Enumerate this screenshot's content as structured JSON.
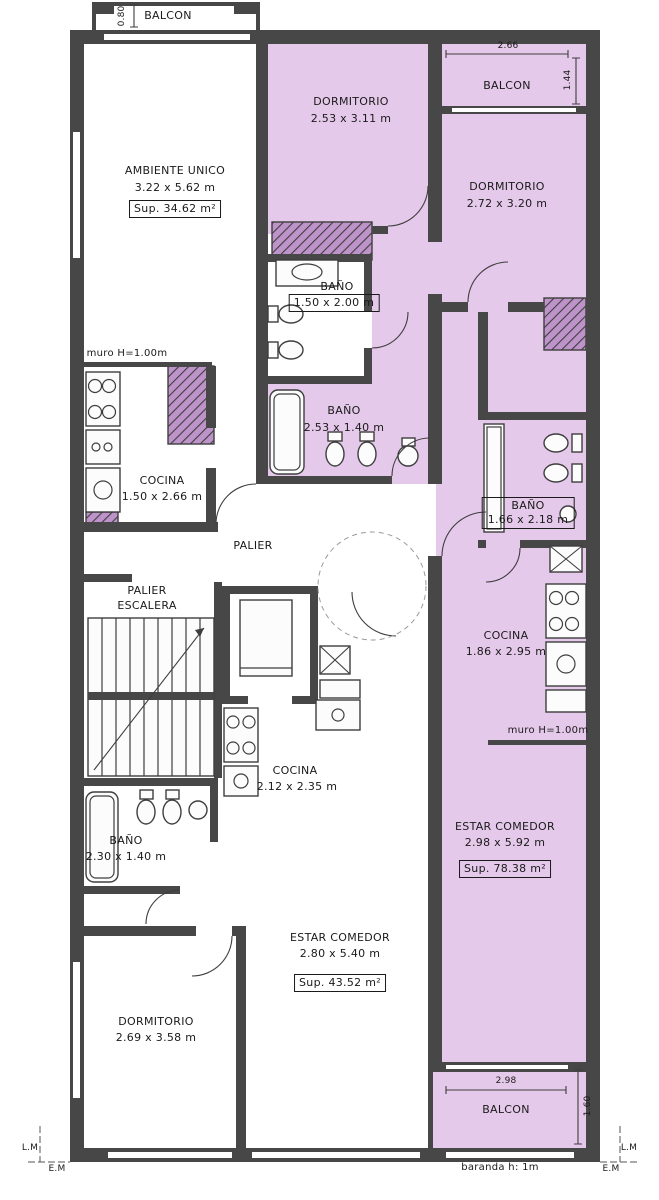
{
  "colors": {
    "wall": "#474747",
    "unit_fill": "#e5c9ea",
    "hatch_fill": "#bd93c9",
    "background": "#ffffff"
  },
  "labels": {
    "balcon_top": "BALCON",
    "dim_080": "0.80",
    "ambiente_unico_name": "AMBIENTE UNICO",
    "ambiente_unico_dims": "3.22 x 5.62 m",
    "ambiente_unico_sup": "Sup. 34.62 m²",
    "dormitorio_top_name": "DORMITORIO",
    "dormitorio_top_dims": "2.53 x 3.11 m",
    "balcon_tr": "BALCON",
    "dim_266": "2.66",
    "dim_144": "1.44",
    "dormitorio_right_name": "DORMITORIO",
    "dormitorio_right_dims": "2.72 x 3.20 m",
    "bano_top_name": "BAÑO",
    "bano_top_dims": "1.50 x 2.00 m",
    "bano_mid_name": "BAÑO",
    "bano_mid_dims": "2.53 x 1.40 m",
    "muro_left": "muro H=1.00m",
    "cocina_left_name": "COCINA",
    "cocina_left_dims": "1.50 x 2.66 m",
    "palier": "PALIER",
    "palier_escalera_line1": "PALIER",
    "palier_escalera_line2": "ESCALERA",
    "bano_right_name": "BAÑO",
    "bano_right_dims": "1.66 x 2.18 m",
    "cocina_right_name": "COCINA",
    "cocina_right_dims": "1.86 x 2.95 m",
    "muro_right": "muro H=1.00m",
    "cocina_center_name": "COCINA",
    "cocina_center_dims": "2.12 x 2.35 m",
    "bano_left_name": "BAÑO",
    "bano_left_dims": "2.30 x 1.40 m",
    "estar_right_name": "ESTAR COMEDOR",
    "estar_right_dims": "2.98 x 5.92 m",
    "estar_right_sup": "Sup. 78.38 m²",
    "estar_center_name": "ESTAR COMEDOR",
    "estar_center_dims": "2.80 x 5.40 m",
    "estar_center_sup": "Sup. 43.52 m²",
    "dormitorio_bottom_name": "DORMITORIO",
    "dormitorio_bottom_dims": "2.69 x 3.58 m",
    "balcon_bottom": "BALCON",
    "dim_298": "2.98",
    "dim_160": "1.60",
    "baranda": "baranda h: 1m",
    "lm_left": "L.M",
    "em_left": "E.M",
    "lm_right": "L.M",
    "em_right": "E.M"
  }
}
